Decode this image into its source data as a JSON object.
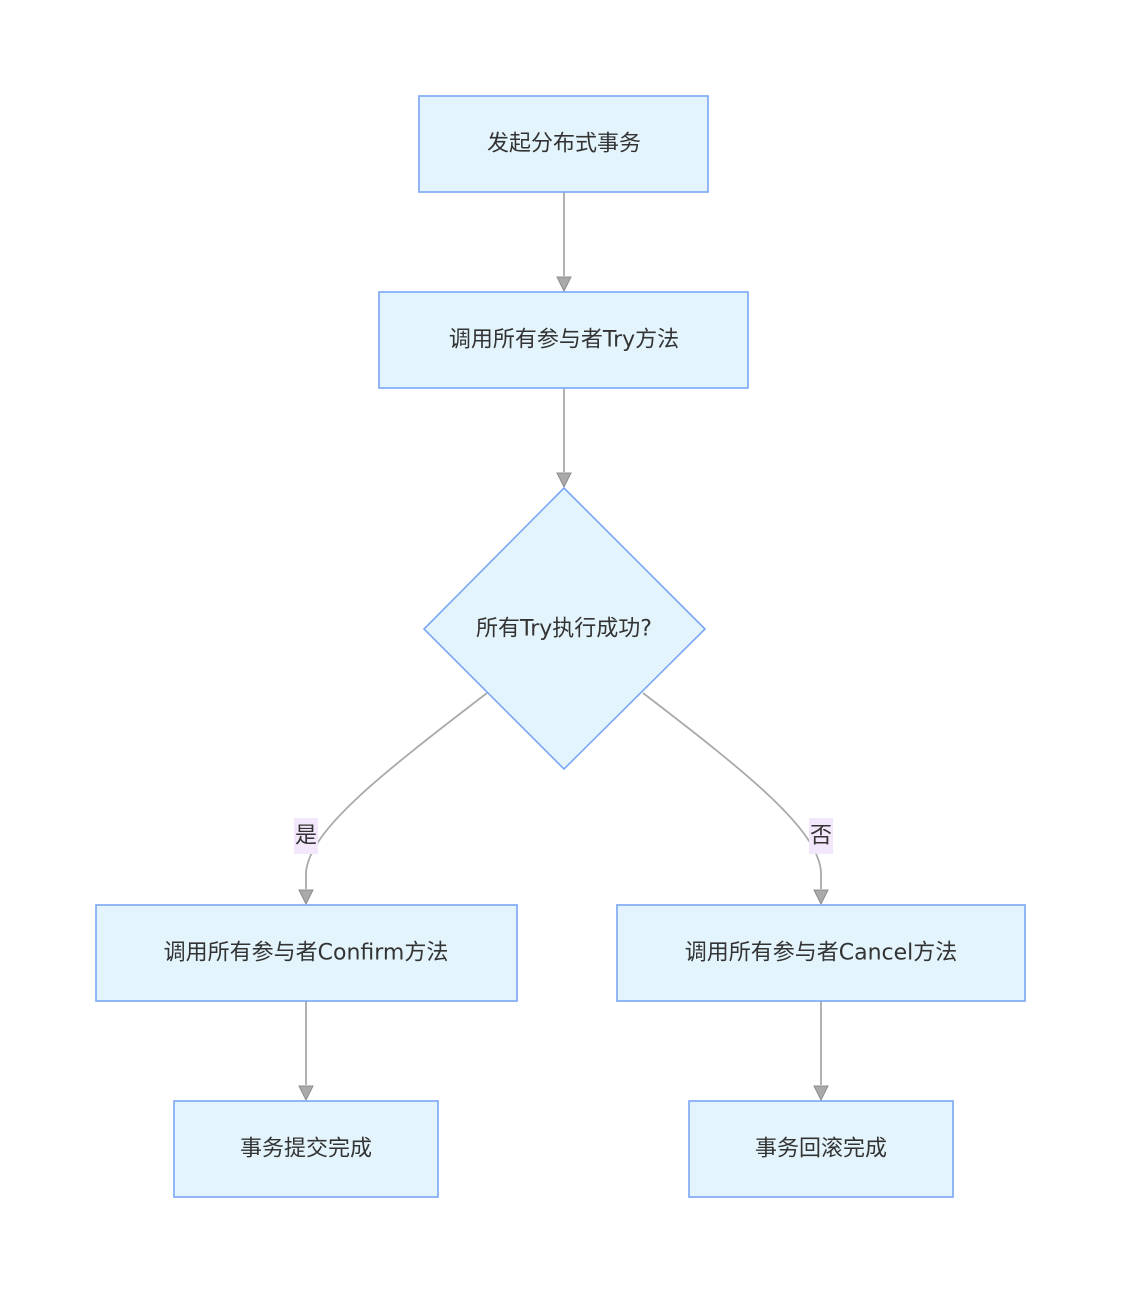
{
  "diagram": {
    "nodes": {
      "start": {
        "label": "发起分布式事务"
      },
      "try": {
        "label": "调用所有参与者Try方法"
      },
      "decision": {
        "label": "所有Try执行成功?"
      },
      "confirm": {
        "label": "调用所有参与者Confirm方法"
      },
      "cancel": {
        "label": "调用所有参与者Cancel方法"
      },
      "commit_done": {
        "label": "事务提交完成"
      },
      "rollback_done": {
        "label": "事务回滚完成"
      }
    },
    "edges": {
      "yes_label": "是",
      "no_label": "否"
    },
    "colors": {
      "node_fill": "#e3f4fc",
      "node_stroke": "#7aa7f5",
      "edge": "#aaaaaa",
      "label_bg": "#f3e8fb",
      "text": "#333333"
    }
  }
}
